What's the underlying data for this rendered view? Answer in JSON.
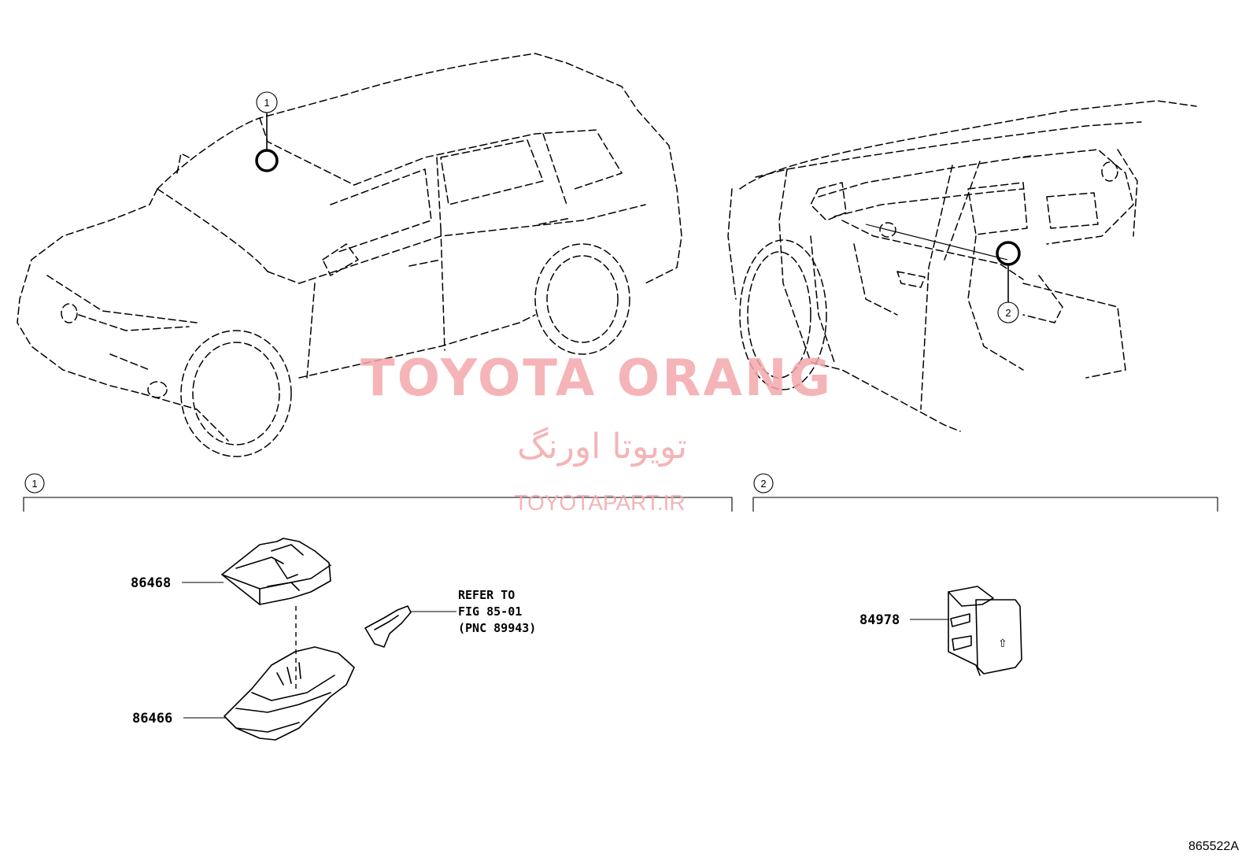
{
  "diagram": {
    "watermark": {
      "brand": "TOYOTA ORANG",
      "brand_persian": "تویوتا اورنگ",
      "site": "TOYOTAPART.IR",
      "color": "#f4a7ab"
    },
    "location_markers": [
      {
        "number": "1"
      },
      {
        "number": "2"
      }
    ],
    "sections": [
      {
        "number": "1"
      },
      {
        "number": "2"
      }
    ],
    "parts": [
      {
        "part_number": "86468"
      },
      {
        "part_number": "86466"
      },
      {
        "part_number": "84978"
      }
    ],
    "reference": {
      "line1": "REFER TO",
      "line2": "FIG 85-01",
      "line3": "(PNC 89943)"
    },
    "figure_code": "865522A"
  }
}
